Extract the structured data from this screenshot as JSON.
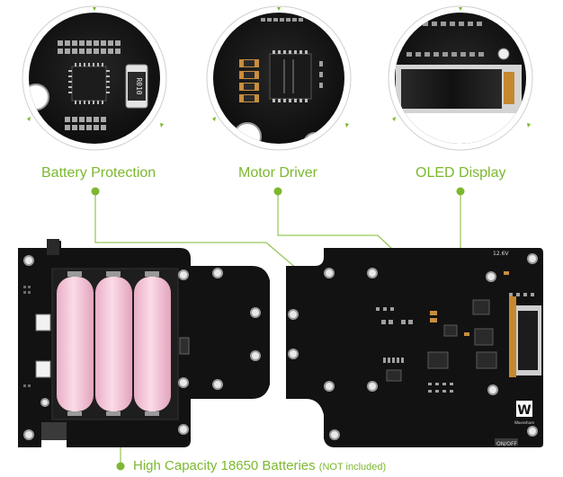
{
  "callouts": {
    "battery_protection": "Battery Protection",
    "motor_driver": "Motor Driver",
    "oled_display": "OLED Display",
    "batteries_main": "High Capacity 18650 Batteries",
    "batteries_note": "(NOT included)"
  },
  "board_markings": {
    "resistor": "R010",
    "voltage": "12.6V",
    "switch": "ON/OFF",
    "logo": "W",
    "brand": "Waveshare"
  },
  "colors": {
    "accent": "#7cb82f",
    "pcb": "#141414",
    "battery": "#f2c6d8",
    "background": "#ffffff"
  }
}
